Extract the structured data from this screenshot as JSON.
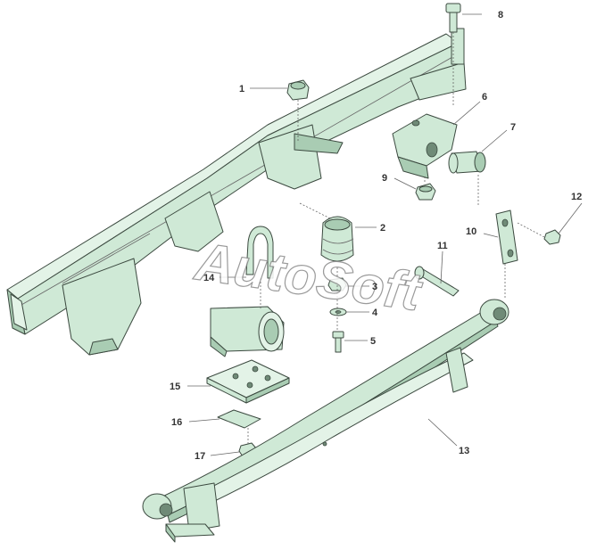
{
  "watermark": "AutoSoft",
  "callouts": [
    {
      "id": "1"
    },
    {
      "id": "2"
    },
    {
      "id": "3"
    },
    {
      "id": "4"
    },
    {
      "id": "5"
    },
    {
      "id": "6"
    },
    {
      "id": "7"
    },
    {
      "id": "8"
    },
    {
      "id": "9"
    },
    {
      "id": "10"
    },
    {
      "id": "11"
    },
    {
      "id": "12"
    },
    {
      "id": "13"
    },
    {
      "id": "14"
    },
    {
      "id": "15"
    },
    {
      "id": "16"
    },
    {
      "id": "17"
    }
  ],
  "colors": {
    "part_fill": "#cfe9d6",
    "part_shadow": "#a9ccb3",
    "outline": "#3c4a40",
    "background": "#ffffff"
  }
}
